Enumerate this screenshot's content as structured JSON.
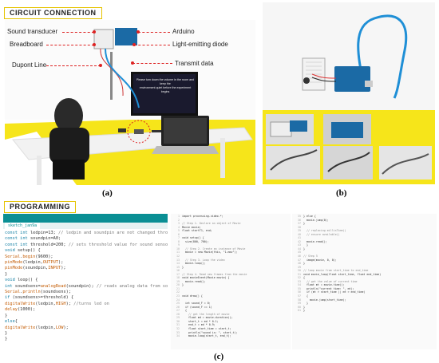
{
  "sections": {
    "circuit_title": "CIRCUIT CONNECTION",
    "programming_title": "PROGRAMMING"
  },
  "panel_a": {
    "labels": {
      "sound": "Sound transducer",
      "breadboard": "Breadboard",
      "dupont": "Dupont Line",
      "arduino": "Arduino",
      "led": "Light-emitting diode",
      "transmit": "Transmit data"
    },
    "screen_text_1": "Please turn down the volume in the room and keep the",
    "screen_text_2": "environment quiet before the experiment begins"
  },
  "captions": {
    "a": "(a)",
    "b": "(b)",
    "c": "(c)"
  },
  "arduino_code": {
    "tab": "sketch_jan9a",
    "lines": [
      "const int ledpin=13; // ledpin and soundpin are not changed throughout the process",
      "const int soundpin=A0;",
      "const int threshold=200; // sets threshold value for sound sensor",
      "void setup() {",
      "Serial.begin(9600);",
      "pinMode(ledpin,OUTPUT);",
      "pinMode(soundpin,INPUT);",
      "}",
      "void loop() {",
      "int soundsens=analogRead(soundpin); // reads analog data from sound sensor",
      "Serial.println(soundsens);",
      "if (soundsens>=threshold) {",
      "digitalWrite(ledpin,HIGH); //turns led on",
      "delay(1000);",
      "}",
      "else{",
      "digitalWrite(ledpin,LOW);",
      "}",
      "}"
    ]
  },
  "processing_code_1": {
    "lines": [
      "import processing.video.*;",
      "",
      "// Step 1. Declare an object of Movie",
      "Movie movie;",
      "float startT1, end;",
      "",
      "void setup() {",
      "  size(800, 700);",
      "",
      "  // Step 2. Create an instance of Movie",
      "  movie = new Movie(this, \"1.mov\");",
      "",
      "  // Step 3. Loop the video",
      "  movie.loop();",
      "}",
      "",
      "// Step 4. Read new frames from the movie",
      "void movieEvent(Movie movie) {",
      "  movie.read();",
      "}",
      "",
      "",
      "void draw() {",
      "",
      "  int sound_F = 0;",
      "  if (sound_F == 1)",
      "  {",
      "    // get the length of movie",
      "    float md = movie.duration();",
      "    start_t = md * 0.1;",
      "    end_t = md * 0.9;",
      "    float start_time = start_t;",
      "    println(\"sound is: \", start_t);",
      "    movie.loop(start_t, end_t);"
    ]
  },
  "processing_code_2": {
    "lines": [
      "} else {",
      "  movie.jump(0);",
      "}",
      "",
      "  // replacing millisTime()",
      "  // ensure available()",
      "",
      "  movie.read();",
      "  }",
      "}",
      "",
      "// Step 5",
      "  image(movie, 0, 0);",
      "}",
      "",
      "// loop movie from start_time to end_time",
      "void movie_loop(float start_time, float end_time)",
      "{",
      "  // get the value of current time",
      "  float mt = movie.time();",
      "  println(\"current time: \", mt);",
      "  if (mt > start_time || mt > end_time)",
      "  {",
      "    movie.jump(start_time);",
      "  }",
      "}",
      "}"
    ]
  },
  "colors": {
    "accent_yellow": "#f6e51a",
    "annotation_red": "#d22222",
    "arduino_teal": "#0a8f94",
    "cable_blue": "#1f8fd6",
    "arduino_blue": "#1b6aa5"
  }
}
